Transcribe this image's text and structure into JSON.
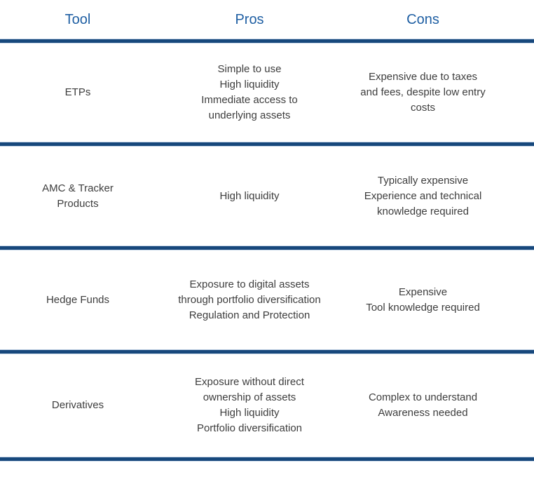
{
  "colors": {
    "header_text": "#1F5FA3",
    "divider": "#17487C",
    "divider_halo": "#C7D6E8",
    "body_text": "#3D3D3D",
    "background": "#FFFFFF"
  },
  "table": {
    "headers": [
      "Tool",
      "Pros",
      "Cons"
    ],
    "rows": [
      {
        "tool": "ETPs",
        "pros": [
          "Simple to use",
          "High liquidity",
          "Immediate access to underlying assets"
        ],
        "cons": [
          "Expensive due to taxes and fees, despite low entry costs"
        ]
      },
      {
        "tool": "AMC & Tracker Products",
        "pros": [
          "High liquidity"
        ],
        "cons": [
          "Typically expensive",
          "Experience and technical knowledge required"
        ]
      },
      {
        "tool": "Hedge Funds",
        "pros": [
          "Exposure to digital assets through portfolio diversification",
          "Regulation and Protection"
        ],
        "cons": [
          "Expensive",
          "Tool knowledge required"
        ]
      },
      {
        "tool": "Derivatives",
        "pros": [
          "Exposure without direct ownership of assets",
          "High liquidity",
          "Portfolio diversification"
        ],
        "cons": [
          "Complex to understand",
          "Awareness needed"
        ]
      }
    ]
  }
}
